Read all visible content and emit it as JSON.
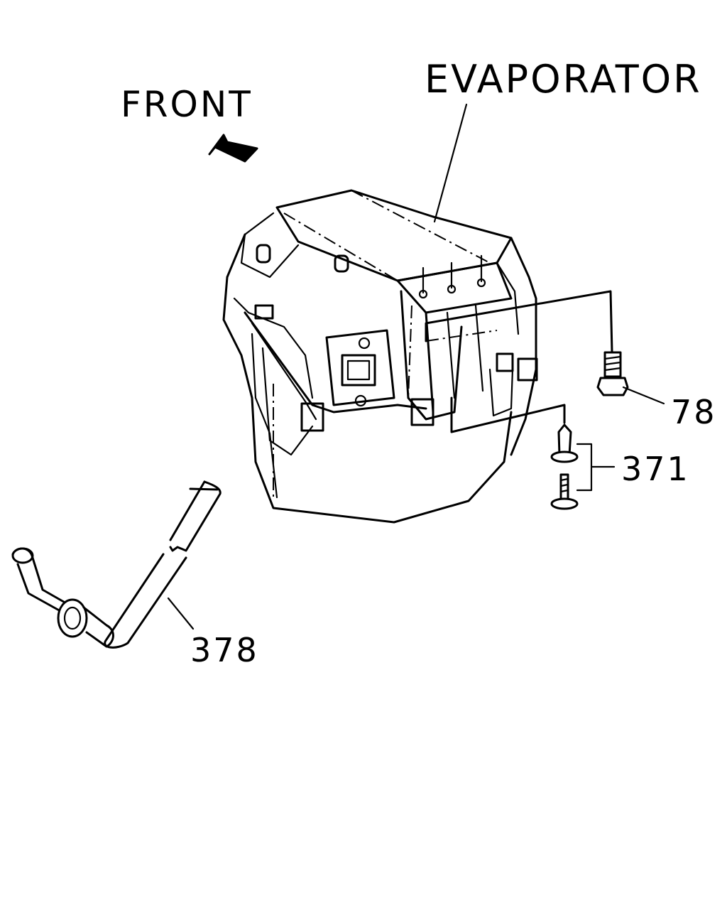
{
  "labels": {
    "front": "FRONT",
    "evaporator": "EVAPORATOR",
    "part_78": "78",
    "part_371": "371",
    "part_378": "378"
  },
  "colors": {
    "line": "#000000",
    "background": "#ffffff"
  }
}
